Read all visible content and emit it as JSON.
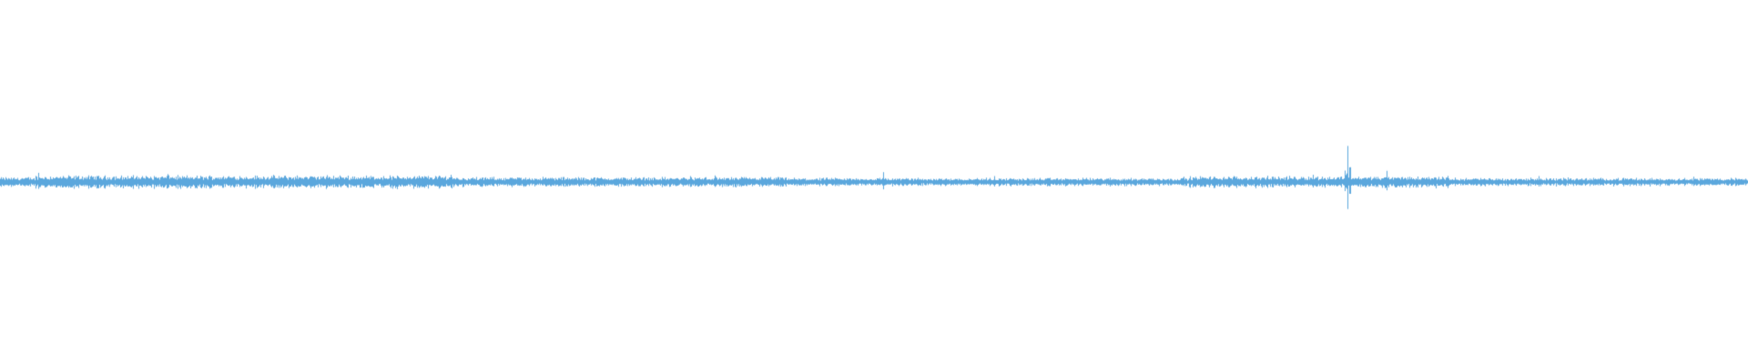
{
  "waveform": {
    "color": "#5ba7dd",
    "background": "#ffffff",
    "baseline_amplitude": 0.03,
    "segments": [
      {
        "start": 0.0,
        "end": 0.02,
        "amplitude": 0.03
      },
      {
        "start": 0.02,
        "end": 0.26,
        "amplitude": 0.04
      },
      {
        "start": 0.26,
        "end": 0.45,
        "amplitude": 0.03
      },
      {
        "start": 0.45,
        "end": 0.68,
        "amplitude": 0.025
      },
      {
        "start": 0.68,
        "end": 0.77,
        "amplitude": 0.035
      },
      {
        "start": 0.77,
        "end": 0.83,
        "amplitude": 0.035
      },
      {
        "start": 0.83,
        "end": 1.0,
        "amplitude": 0.025
      }
    ],
    "spikes": [
      {
        "at": 0.022,
        "amplitude": 0.14
      },
      {
        "at": 0.055,
        "amplitude": 0.09
      },
      {
        "at": 0.078,
        "amplitude": 0.09
      },
      {
        "at": 0.096,
        "amplitude": 0.12
      },
      {
        "at": 0.243,
        "amplitude": 0.08
      },
      {
        "at": 0.258,
        "amplitude": 0.11
      },
      {
        "at": 0.395,
        "amplitude": 0.09
      },
      {
        "at": 0.409,
        "amplitude": 0.1
      },
      {
        "at": 0.505,
        "amplitude": 0.15
      },
      {
        "at": 0.569,
        "amplitude": 0.09
      },
      {
        "at": 0.677,
        "amplitude": 0.08
      },
      {
        "at": 0.751,
        "amplitude": 0.11
      },
      {
        "at": 0.771,
        "amplitude": 0.55
      },
      {
        "at": 0.793,
        "amplitude": 0.17
      },
      {
        "at": 0.825,
        "amplitude": 0.08
      },
      {
        "at": 0.88,
        "amplitude": 0.09
      },
      {
        "at": 0.897,
        "amplitude": 0.07
      },
      {
        "at": 0.969,
        "amplitude": 0.08
      }
    ]
  }
}
